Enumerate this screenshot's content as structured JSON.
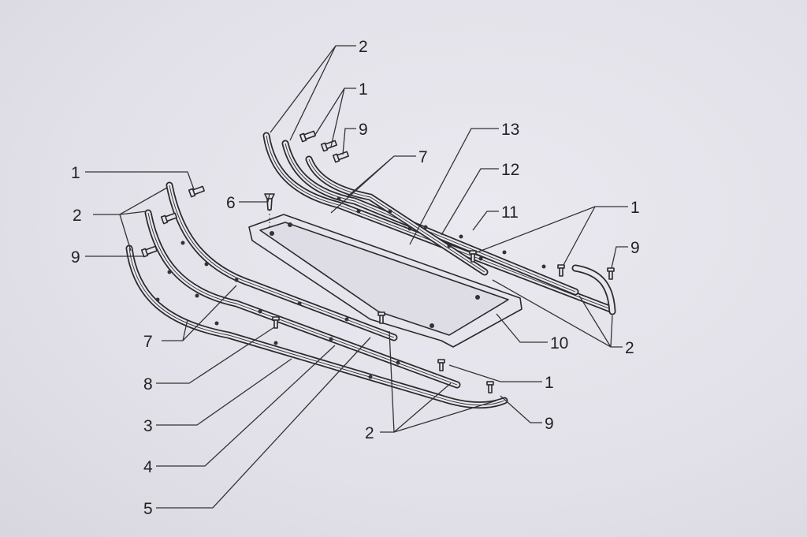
{
  "callouts": {
    "c1_a": "2",
    "c1_b": "1",
    "c1_c": "9",
    "c1_d": "13",
    "c1_e": "7",
    "c1_f": "12",
    "c1_g": "11",
    "c1_h": "1",
    "c1_i": "9",
    "c1_j": "10",
    "c1_k": "2",
    "c1_l": "1",
    "c1_m": "9",
    "c1_n": "2",
    "c2_a": "1",
    "c2_b": "2",
    "c2_c": "9",
    "c2_d": "6",
    "c2_e": "7",
    "c2_f": "8",
    "c2_g": "3",
    "c2_h": "4",
    "c2_i": "5"
  }
}
